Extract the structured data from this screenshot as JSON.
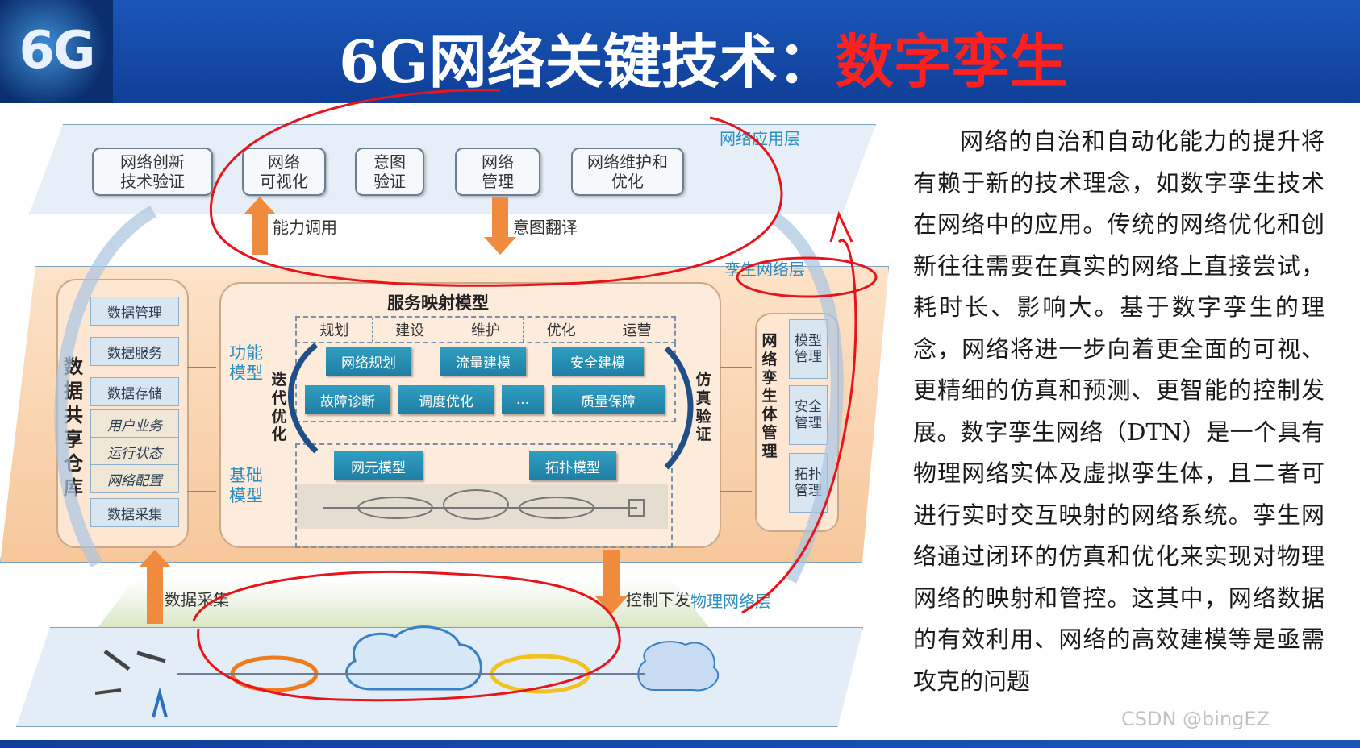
{
  "header": {
    "logo_text": "6G",
    "title_main": "6G网络关键技术：",
    "title_accent": "数字孪生"
  },
  "diagram": {
    "app_layer": {
      "label": "网络应用层",
      "boxes": [
        "网络创新\n技术验证",
        "网络\n可视化",
        "意图\n验证",
        "网络\n管理",
        "网络维护和\n优化"
      ]
    },
    "arrows": {
      "capability_call": "能力调用",
      "intent_translation": "意图翻译",
      "data_collection": "数据采集",
      "control_issue": "控制下发"
    },
    "twin_layer": {
      "label": "孪生网络层",
      "data_repo": {
        "title": "数据共享仓库",
        "items": [
          "数据管理",
          "数据服务",
          "数据存储",
          "用户业务",
          "运行状态",
          "网络配置",
          "数据采集"
        ]
      },
      "service_model": {
        "title": "服务映射模型",
        "function_model": "功能模型",
        "base_model": "基础模型",
        "iterative_opt": "迭代优化",
        "sim_verify": "仿真验证",
        "phases": [
          "规划",
          "建设",
          "维护",
          "优化",
          "运营"
        ],
        "functions_row1": [
          "网络规划",
          "流量建模",
          "安全建模"
        ],
        "functions_row2": [
          "故障诊断",
          "调度优化",
          "...",
          "质量保障"
        ],
        "base": [
          "网元模型",
          "拓扑模型"
        ]
      },
      "twin_mgmt": {
        "title": "网络孪生体管理",
        "items": [
          "模型管理",
          "安全管理",
          "拓扑管理"
        ]
      }
    },
    "phys_layer": {
      "label": "物理网络层"
    }
  },
  "body_text": "网络的自治和自动化能力的提升将有赖于新的技术理念，如数字孪生技术在网络中的应用。传统的网络优化和创新往往需要在真实的网络上直接尝试，耗时长、影响大。基于数字孪生的理念，网络将进一步向着更全面的可视、更精细的仿真和预测、更智能的控制发展。数字孪生网络（DTN）是一个具有物理网络实体及虚拟孪生体，且二者可进行实时交互映射的网络系统。孪生网络通过闭环的仿真和优化来实现对物理网络的映射和管控。这其中，网络数据的有效利用、网络的高效建模等是亟需攻克的问题",
  "watermark": "CSDN @bingEZ",
  "colors": {
    "header": "#1a56b8",
    "accent_red": "#ff2020",
    "arrow": "#f08a3c",
    "module": "#2f9fc2",
    "annotation": "#e8141c"
  }
}
